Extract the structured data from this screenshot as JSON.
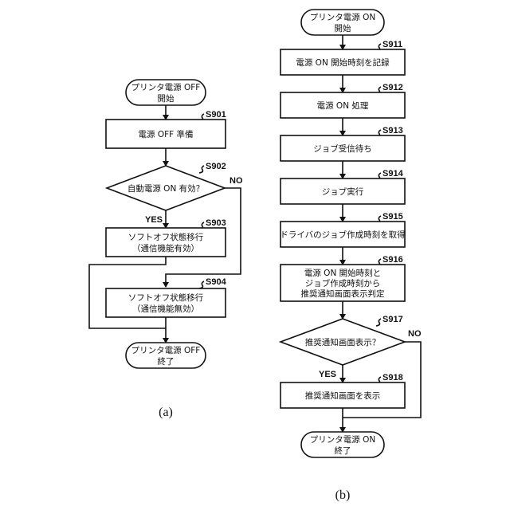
{
  "diagram_a": {
    "caption": "(a)",
    "start": [
      "プリンタ電源 OFF",
      "開始"
    ],
    "s901": {
      "label": "S901",
      "text": [
        "電源 OFF 準備"
      ]
    },
    "s902": {
      "label": "S902",
      "text": [
        "自動電源 ON 有効？"
      ],
      "yes": "YES",
      "no": "NO"
    },
    "s903": {
      "label": "S903",
      "text": [
        "ソフトオフ状態移行",
        "（通信機能有効）"
      ]
    },
    "s904": {
      "label": "S904",
      "text": [
        "ソフトオフ状態移行",
        "（通信機能無効）"
      ]
    },
    "end": [
      "プリンタ電源 OFF",
      "終了"
    ]
  },
  "diagram_b": {
    "caption": "(b)",
    "start": [
      "プリンタ電源 ON",
      "開始"
    ],
    "s911": {
      "label": "S911",
      "text": [
        "電源 ON 開始時刻を記録"
      ]
    },
    "s912": {
      "label": "S912",
      "text": [
        "電源 ON 処理"
      ]
    },
    "s913": {
      "label": "S913",
      "text": [
        "ジョブ受信待ち"
      ]
    },
    "s914": {
      "label": "S914",
      "text": [
        "ジョブ実行"
      ]
    },
    "s915": {
      "label": "S915",
      "text": [
        "ドライバのジョブ作成時刻を取得"
      ]
    },
    "s916": {
      "label": "S916",
      "text": [
        "電源 ON 開始時刻と",
        "ジョブ作成時刻から",
        "推奨通知画面表示判定"
      ]
    },
    "s917": {
      "label": "S917",
      "text": [
        "推奨通知画面表示？"
      ],
      "yes": "YES",
      "no": "NO"
    },
    "s918": {
      "label": "S918",
      "text": [
        "推奨通知画面を表示"
      ]
    },
    "end": [
      "プリンタ電源 ON",
      "終了"
    ]
  }
}
